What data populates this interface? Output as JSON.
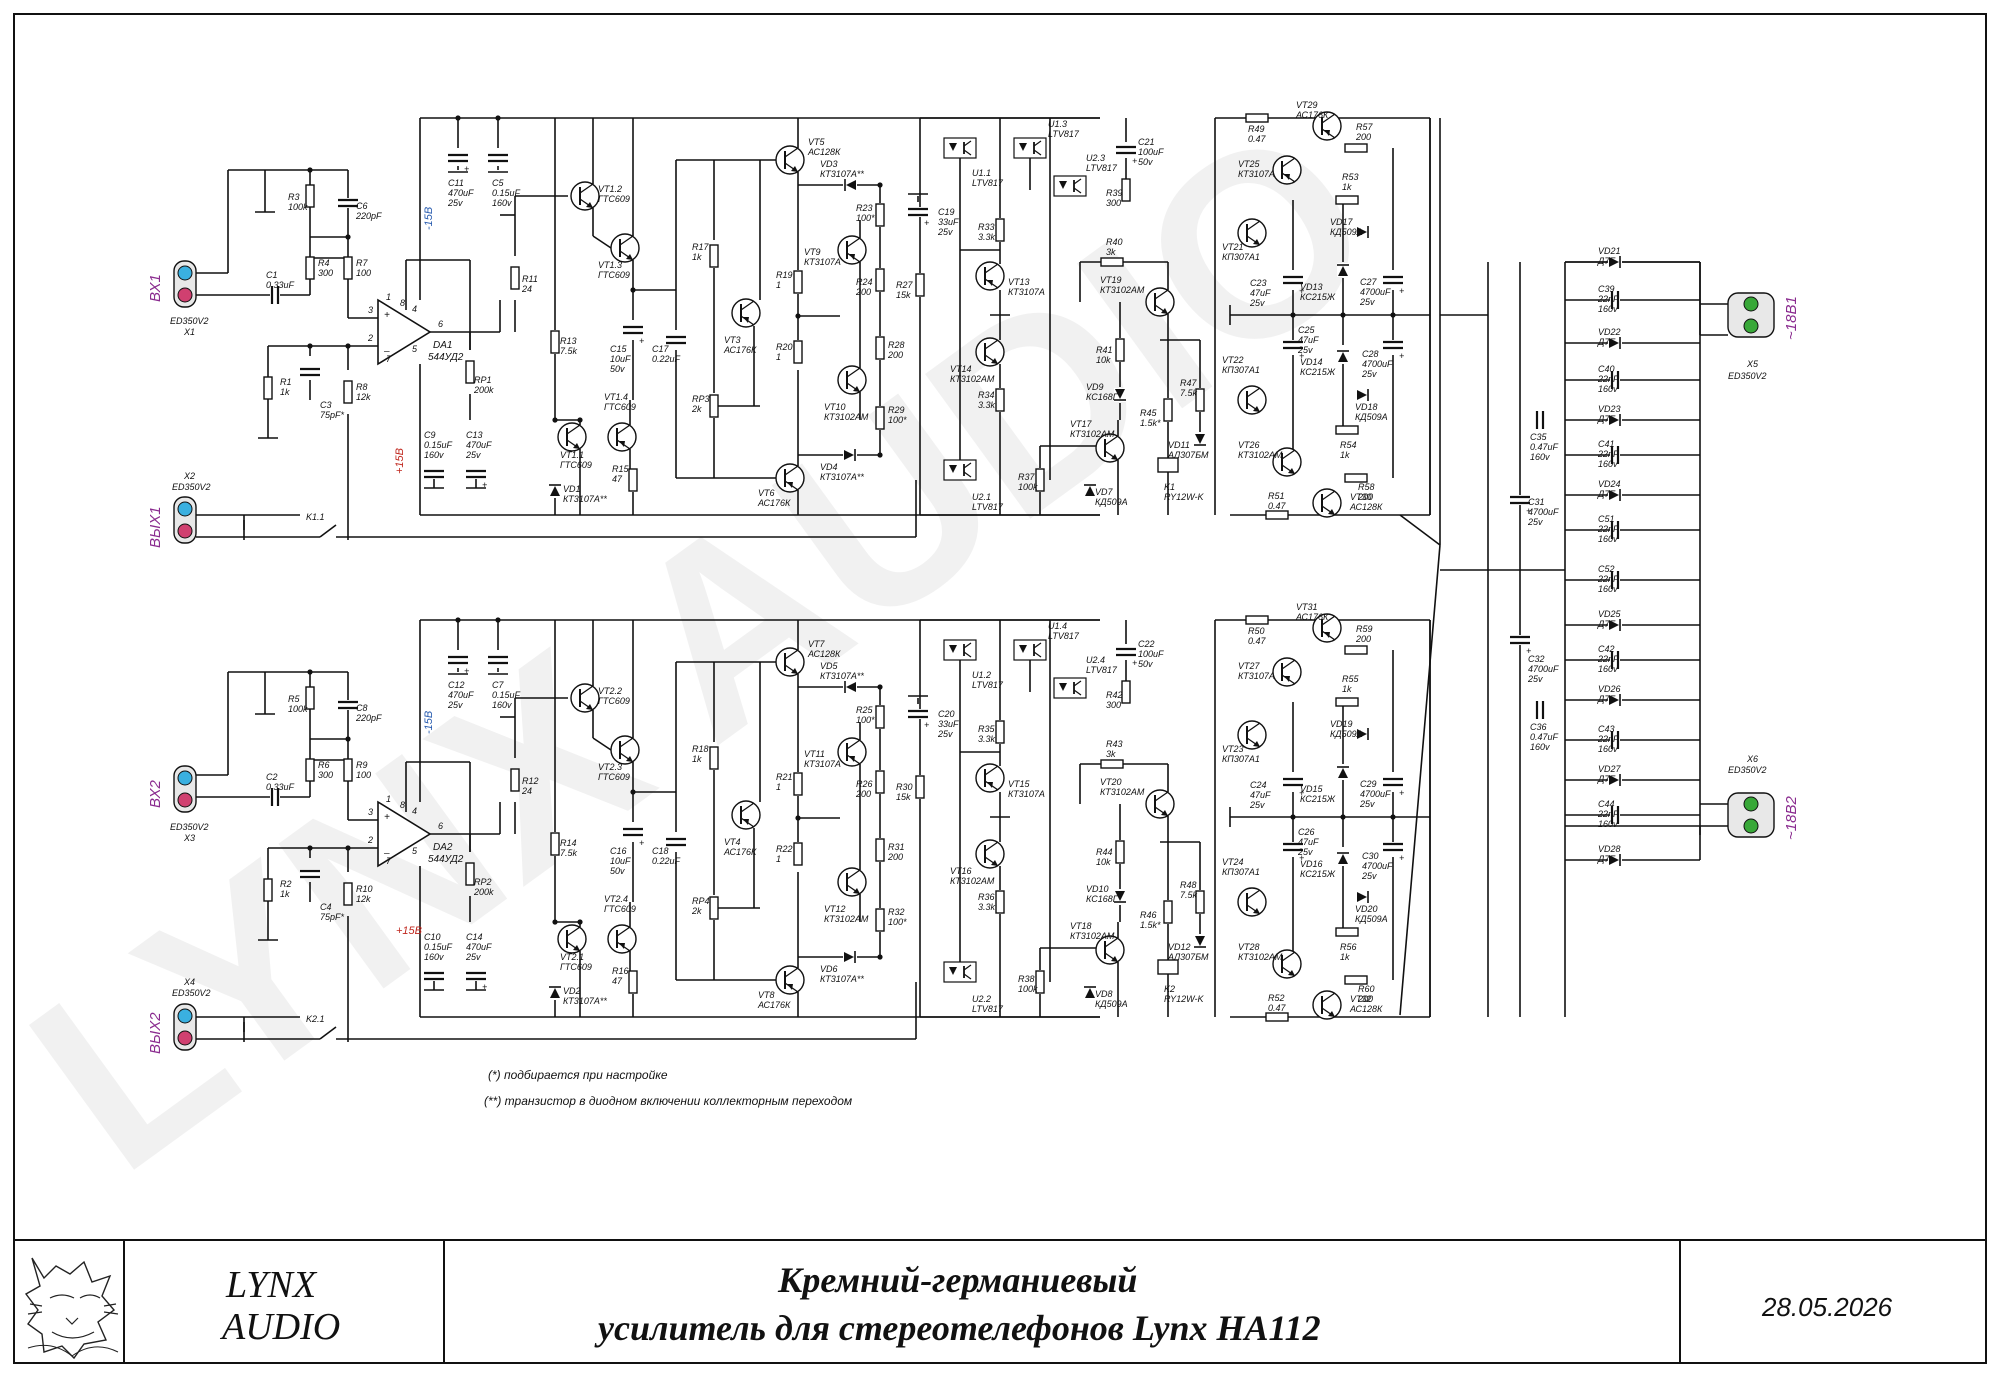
{
  "footnotes": {
    "star": "(*) подбирается при настройке",
    "double_star": "(**) транзистор в диодном включении коллекторным переходом"
  },
  "title_block": {
    "brand_line1": "LYNX",
    "brand_line2": "AUDIO",
    "title_line1": "Кремний-германиевый",
    "title_line2": "усилитель для стереотелефонов Lynx HA112",
    "date": "28.05.2026"
  },
  "watermark": "LYNX AUDIO",
  "ports": {
    "in1": "ВХ1",
    "out1": "ВЫХ1",
    "in2": "ВХ2",
    "out2": "ВЫХ2",
    "ac1": "~18В1",
    "ac2": "~18В2",
    "x1": "X1",
    "x2": "X2",
    "x3": "X3",
    "x4": "X4",
    "x5": "X5",
    "x6": "X6",
    "connector": "ED350V2"
  },
  "supply_labels": {
    "neg": "-15В",
    "pos": "+15В"
  },
  "channel1": {
    "opamp": [
      "DA1",
      "544УД2"
    ],
    "pins": [
      "1",
      "8",
      "4",
      "6",
      "3",
      "2",
      "7",
      "5"
    ],
    "parts": [
      {
        "id": "R3",
        "v": "100k"
      },
      {
        "id": "C6",
        "v": "220pF"
      },
      {
        "id": "R4",
        "v": "300"
      },
      {
        "id": "R7",
        "v": "100"
      },
      {
        "id": "C1",
        "v": "0.33uF"
      },
      {
        "id": "R1",
        "v": "1k"
      },
      {
        "id": "C3",
        "v": "75pF*"
      },
      {
        "id": "R8",
        "v": "12k"
      },
      {
        "id": "C11",
        "v": "470uF 25v"
      },
      {
        "id": "C5",
        "v": "0.15uF 160v"
      },
      {
        "id": "R11",
        "v": "24"
      },
      {
        "id": "RP1",
        "v": "200k"
      },
      {
        "id": "C9",
        "v": "0.15uF 160v"
      },
      {
        "id": "C13",
        "v": "470uF 25v"
      },
      {
        "id": "VT1.2",
        "v": "ГТС609"
      },
      {
        "id": "VT1.3",
        "v": "ГТС609"
      },
      {
        "id": "R13",
        "v": "7.5k"
      },
      {
        "id": "VT1.1",
        "v": "ГТС609"
      },
      {
        "id": "VT1.4",
        "v": "ГТС609"
      },
      {
        "id": "VD1",
        "v": "КТ3107А**"
      },
      {
        "id": "C15",
        "v": "10uF 50v"
      },
      {
        "id": "C17",
        "v": "0.22uF"
      },
      {
        "id": "R15",
        "v": "47"
      },
      {
        "id": "R17",
        "v": "1k"
      },
      {
        "id": "RP3",
        "v": "2k"
      },
      {
        "id": "VT3",
        "v": "АС176К"
      },
      {
        "id": "R19",
        "v": "1"
      },
      {
        "id": "R20",
        "v": "1"
      },
      {
        "id": "VT5",
        "v": "АС128К"
      },
      {
        "id": "VD3",
        "v": "КТ3107А**"
      },
      {
        "id": "VT9",
        "v": "КТ3107А"
      },
      {
        "id": "R23",
        "v": "100*"
      },
      {
        "id": "R24",
        "v": "200"
      },
      {
        "id": "R27",
        "v": "15k"
      },
      {
        "id": "R28",
        "v": "200"
      },
      {
        "id": "VT10",
        "v": "КТ3102АМ"
      },
      {
        "id": "R29",
        "v": "100*"
      },
      {
        "id": "VD4",
        "v": "КТ3107А**"
      },
      {
        "id": "VT6",
        "v": "АС176К"
      },
      {
        "id": "U1.1",
        "v": "LTV817"
      },
      {
        "id": "C19",
        "v": "33uF 25v"
      },
      {
        "id": "R33",
        "v": "3.3k"
      },
      {
        "id": "VT13",
        "v": "КТ3107А"
      },
      {
        "id": "VT14",
        "v": "КТ3102АМ"
      },
      {
        "id": "R34",
        "v": "3.3k"
      },
      {
        "id": "U2.1",
        "v": "LTV817"
      },
      {
        "id": "U1.3",
        "v": "LTV817"
      },
      {
        "id": "U2.3",
        "v": "LTV817"
      },
      {
        "id": "C21",
        "v": "100uF 50v"
      },
      {
        "id": "R39",
        "v": "300"
      },
      {
        "id": "R40",
        "v": "3k"
      },
      {
        "id": "VT19",
        "v": "КТ3102АМ"
      },
      {
        "id": "R41",
        "v": "10k"
      },
      {
        "id": "VD9",
        "v": "КС168Г"
      },
      {
        "id": "VT17",
        "v": "КТ3102АМ"
      },
      {
        "id": "R37",
        "v": "100k"
      },
      {
        "id": "VD7",
        "v": "КД509А"
      },
      {
        "id": "R45",
        "v": "1.5k*"
      },
      {
        "id": "R47",
        "v": "7.5k"
      },
      {
        "id": "VD11",
        "v": "АЛ307БМ"
      },
      {
        "id": "K1",
        "v": "RY12W-K"
      },
      {
        "id": "K1.1",
        "v": ""
      },
      {
        "id": "R49",
        "v": "0.47"
      },
      {
        "id": "VT29",
        "v": "АС176К"
      },
      {
        "id": "R57",
        "v": "200"
      },
      {
        "id": "VT25",
        "v": "КТ3107А"
      },
      {
        "id": "R53",
        "v": "1k"
      },
      {
        "id": "VD17",
        "v": "КД509А"
      },
      {
        "id": "VT21",
        "v": "КП307А1"
      },
      {
        "id": "C23",
        "v": "47uF 25v"
      },
      {
        "id": "VD13",
        "v": "КС215Ж"
      },
      {
        "id": "C27",
        "v": "4700uF 25v"
      },
      {
        "id": "C25",
        "v": "47uF 25v"
      },
      {
        "id": "VD14",
        "v": "КС215Ж"
      },
      {
        "id": "C28",
        "v": "4700uF 25v"
      },
      {
        "id": "VT22",
        "v": "КП307А1"
      },
      {
        "id": "VD18",
        "v": "КД509А"
      },
      {
        "id": "VT26",
        "v": "КТ3102АМ"
      },
      {
        "id": "R54",
        "v": "1k"
      },
      {
        "id": "R58",
        "v": "200"
      },
      {
        "id": "R51",
        "v": "0.47"
      },
      {
        "id": "VT30",
        "v": "АС128К"
      }
    ]
  },
  "channel2": {
    "opamp": [
      "DA2",
      "544УД2"
    ],
    "pins": [
      "1",
      "8",
      "4",
      "6",
      "3",
      "2",
      "7",
      "5"
    ],
    "parts": [
      {
        "id": "R5",
        "v": "100k"
      },
      {
        "id": "C8",
        "v": "220pF"
      },
      {
        "id": "R6",
        "v": "300"
      },
      {
        "id": "R9",
        "v": "100"
      },
      {
        "id": "C2",
        "v": "0.33uF"
      },
      {
        "id": "R2",
        "v": "1k"
      },
      {
        "id": "C4",
        "v": "75pF*"
      },
      {
        "id": "R10",
        "v": "12k"
      },
      {
        "id": "C12",
        "v": "470uF 25v"
      },
      {
        "id": "C7",
        "v": "0.15uF 160v"
      },
      {
        "id": "R12",
        "v": "24"
      },
      {
        "id": "RP2",
        "v": "200k"
      },
      {
        "id": "C10",
        "v": "0.15uF 160v"
      },
      {
        "id": "C14",
        "v": "470uF 25v"
      },
      {
        "id": "VT2.2",
        "v": "ГТС609"
      },
      {
        "id": "VT2.3",
        "v": "ГТС609"
      },
      {
        "id": "R14",
        "v": "7.5k"
      },
      {
        "id": "VT2.1",
        "v": "ГТС609"
      },
      {
        "id": "VT2.4",
        "v": "ГТС609"
      },
      {
        "id": "VD2",
        "v": "КТ3107А**"
      },
      {
        "id": "C16",
        "v": "10uF 50v"
      },
      {
        "id": "C18",
        "v": "0.22uF"
      },
      {
        "id": "R16",
        "v": "47"
      },
      {
        "id": "R18",
        "v": "1k"
      },
      {
        "id": "RP4",
        "v": "2k"
      },
      {
        "id": "VT4",
        "v": "АС176К"
      },
      {
        "id": "R21",
        "v": "1"
      },
      {
        "id": "R22",
        "v": "1"
      },
      {
        "id": "VT7",
        "v": "АС128К"
      },
      {
        "id": "VD5",
        "v": "КТ3107А**"
      },
      {
        "id": "VT11",
        "v": "КТ3107А"
      },
      {
        "id": "R25",
        "v": "100*"
      },
      {
        "id": "R26",
        "v": "200"
      },
      {
        "id": "R30",
        "v": "15k"
      },
      {
        "id": "R31",
        "v": "200"
      },
      {
        "id": "VT12",
        "v": "КТ3102АМ"
      },
      {
        "id": "R32",
        "v": "100*"
      },
      {
        "id": "VD6",
        "v": "КТ3107А**"
      },
      {
        "id": "VT8",
        "v": "АС176К"
      },
      {
        "id": "U1.2",
        "v": "LTV817"
      },
      {
        "id": "C20",
        "v": "33uF 25v"
      },
      {
        "id": "R35",
        "v": "3.3k"
      },
      {
        "id": "VT15",
        "v": "КТ3107А"
      },
      {
        "id": "VT16",
        "v": "КТ3102АМ"
      },
      {
        "id": "R36",
        "v": "3.3k"
      },
      {
        "id": "U2.2",
        "v": "LTV817"
      },
      {
        "id": "U1.4",
        "v": "LTV817"
      },
      {
        "id": "U2.4",
        "v": "LTV817"
      },
      {
        "id": "C22",
        "v": "100uF 50v"
      },
      {
        "id": "R42",
        "v": "300"
      },
      {
        "id": "R43",
        "v": "3k"
      },
      {
        "id": "VT20",
        "v": "КТ3102АМ"
      },
      {
        "id": "R44",
        "v": "10k"
      },
      {
        "id": "VD10",
        "v": "КС168Г"
      },
      {
        "id": "VT18",
        "v": "КТ3102АМ"
      },
      {
        "id": "R38",
        "v": "100k"
      },
      {
        "id": "VD8",
        "v": "КД509А"
      },
      {
        "id": "R46",
        "v": "1.5k*"
      },
      {
        "id": "R48",
        "v": "7.5k"
      },
      {
        "id": "VD12",
        "v": "АЛ307БМ"
      },
      {
        "id": "K2",
        "v": "RY12W-K"
      },
      {
        "id": "K2.1",
        "v": ""
      },
      {
        "id": "R50",
        "v": "0.47"
      },
      {
        "id": "VT31",
        "v": "АС176К"
      },
      {
        "id": "R59",
        "v": "200"
      },
      {
        "id": "VT27",
        "v": "КТ3107А"
      },
      {
        "id": "R55",
        "v": "1k"
      },
      {
        "id": "VD19",
        "v": "КД509А"
      },
      {
        "id": "VT23",
        "v": "КП307А1"
      },
      {
        "id": "C24",
        "v": "47uF 25v"
      },
      {
        "id": "VD15",
        "v": "КС215Ж"
      },
      {
        "id": "C29",
        "v": "4700uF 25v"
      },
      {
        "id": "C26",
        "v": "47uF 25v"
      },
      {
        "id": "VD16",
        "v": "КС215Ж"
      },
      {
        "id": "C30",
        "v": "4700uF 25v"
      },
      {
        "id": "VT24",
        "v": "КП307А1"
      },
      {
        "id": "VD20",
        "v": "КД509А"
      },
      {
        "id": "VT28",
        "v": "КТ3102АМ"
      },
      {
        "id": "R56",
        "v": "1k"
      },
      {
        "id": "R60",
        "v": "200"
      },
      {
        "id": "R52",
        "v": "0.47"
      },
      {
        "id": "VT32",
        "v": "АС128К"
      }
    ]
  },
  "psu": {
    "parts": [
      {
        "id": "C35",
        "v": "0.47uF 160v"
      },
      {
        "id": "C31",
        "v": "4700uF 25v"
      },
      {
        "id": "C32",
        "v": "4700uF 25v"
      },
      {
        "id": "C36",
        "v": "0.47uF 160v"
      },
      {
        "id": "VD21",
        "v": "Д7Е"
      },
      {
        "id": "C39",
        "v": "22nF 160v"
      },
      {
        "id": "VD22",
        "v": "Д7Е"
      },
      {
        "id": "C40",
        "v": "22nF 160v"
      },
      {
        "id": "VD23",
        "v": "Д7Е"
      },
      {
        "id": "C41",
        "v": "22nF 160v"
      },
      {
        "id": "VD24",
        "v": "Д7Е"
      },
      {
        "id": "C51",
        "v": "22nF 160v"
      },
      {
        "id": "C52",
        "v": "22nF 160v"
      },
      {
        "id": "VD25",
        "v": "Д7Е"
      },
      {
        "id": "C42",
        "v": "22nF 160v"
      },
      {
        "id": "VD26",
        "v": "Д7Е"
      },
      {
        "id": "C43",
        "v": "22nF 160v"
      },
      {
        "id": "VD27",
        "v": "Д7Е"
      },
      {
        "id": "C44",
        "v": "22nF 160v"
      },
      {
        "id": "VD28",
        "v": "Д7Е"
      }
    ]
  }
}
